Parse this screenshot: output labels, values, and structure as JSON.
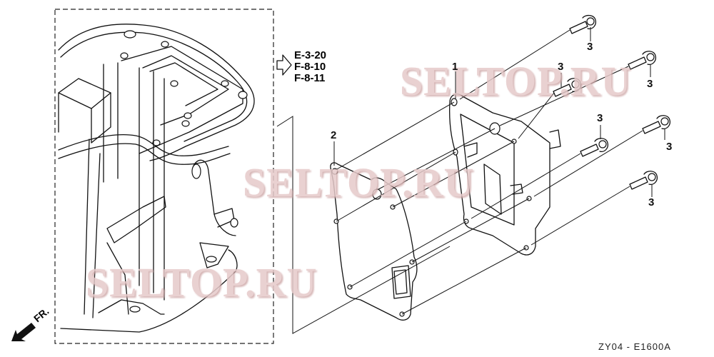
{
  "diagram": {
    "type": "exploded-parts-diagram",
    "reference_pages": [
      "E-3-20",
      "F-8-10",
      "F-8-11"
    ],
    "direction_marker": "FR.",
    "diagram_code": "ZY04 - E1600A",
    "watermark": "SELTOP.RU",
    "callouts": [
      {
        "id": "callout-1",
        "label": "1",
        "part": "cover-housing"
      },
      {
        "id": "callout-2",
        "label": "2",
        "part": "gasket"
      },
      {
        "id": "callout-3a",
        "label": "3",
        "part": "flange-bolt"
      },
      {
        "id": "callout-3b",
        "label": "3",
        "part": "flange-bolt"
      },
      {
        "id": "callout-3c",
        "label": "3",
        "part": "flange-bolt"
      },
      {
        "id": "callout-3d",
        "label": "3",
        "part": "flange-bolt"
      },
      {
        "id": "callout-3e",
        "label": "3",
        "part": "flange-bolt"
      },
      {
        "id": "callout-3f",
        "label": "3",
        "part": "flange-bolt"
      }
    ],
    "colors": {
      "line": "#111111",
      "background": "#ffffff",
      "watermark": "#e6caca"
    }
  }
}
